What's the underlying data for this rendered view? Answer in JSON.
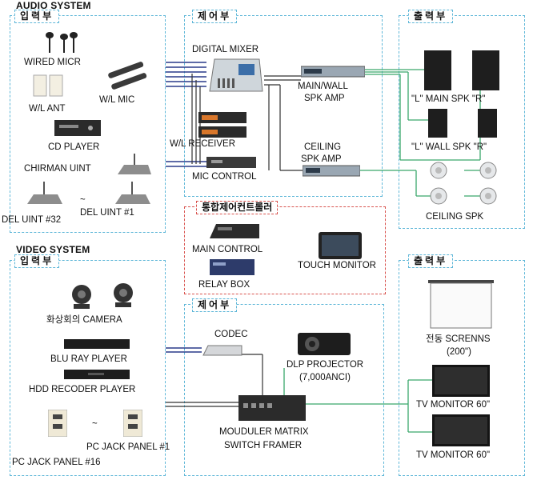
{
  "audio": {
    "title": "AUDIO SYSTEM",
    "input_label": "입력부",
    "control_label": "제어부",
    "output_label": "출력부",
    "labels": {
      "wired_mic": "WIRED MICR",
      "wl_ant": "W/L ANT",
      "wl_mic": "W/L MIC",
      "cd_player": "CD PLAYER",
      "chairman": "CHIRMAN UINT",
      "del_32": "DEL UINT #32",
      "tilde": "~",
      "del_1": "DEL UINT #1",
      "digital_mixer": "DIGITAL MIXER",
      "wl_receiver": "W/L RECEIVER",
      "mic_control": "MIC CONTROL",
      "main_amp_1": "MAIN/WALL",
      "main_amp_2": "SPK AMP",
      "ceiling_amp_1": "CEILING",
      "ceiling_amp_2": "SPK AMP",
      "main_spk": "\"L\" MAIN SPK \"R\"",
      "wall_spk": "\"L\" WALL SPK \"R\"",
      "ceiling_spk": "CEILING SPK"
    }
  },
  "integrated": {
    "title": "통합제어컨트롤러",
    "main_control": "MAIN CONTROL",
    "touch_monitor": "TOUCH MONITOR",
    "relay_box": "RELAY BOX"
  },
  "video": {
    "title": "VIDEO SYSTEM",
    "input_label": "입력부",
    "control_label": "제어부",
    "output_label": "출력부",
    "labels": {
      "camera": "화상회의 CAMERA",
      "bluray": "BLU RAY PLAYER",
      "hdd": "HDD RECODER PLAYER",
      "pc_jack_16": "PC JACK PANEL #16",
      "tilde": "~",
      "pc_jack_1": "PC JACK PANEL #1",
      "codec": "CODEC",
      "dlp_1": "DLP PROJECTOR",
      "dlp_2": "(7,000ANCI)",
      "matrix_1": "MOUDULER MATRIX",
      "matrix_2": "SWITCH FRAMER",
      "screen_1": "전동 SCRENNS",
      "screen_2": "(200\")",
      "tv_1": "TV MONITOR 60\"",
      "tv_2": "TV MONITOR 60\""
    }
  },
  "colors": {
    "box_border": "#5fb7d8",
    "controller_border": "#d9534f",
    "wire_green": "#3aa86b",
    "wire_dark": "#2a3a8a"
  }
}
